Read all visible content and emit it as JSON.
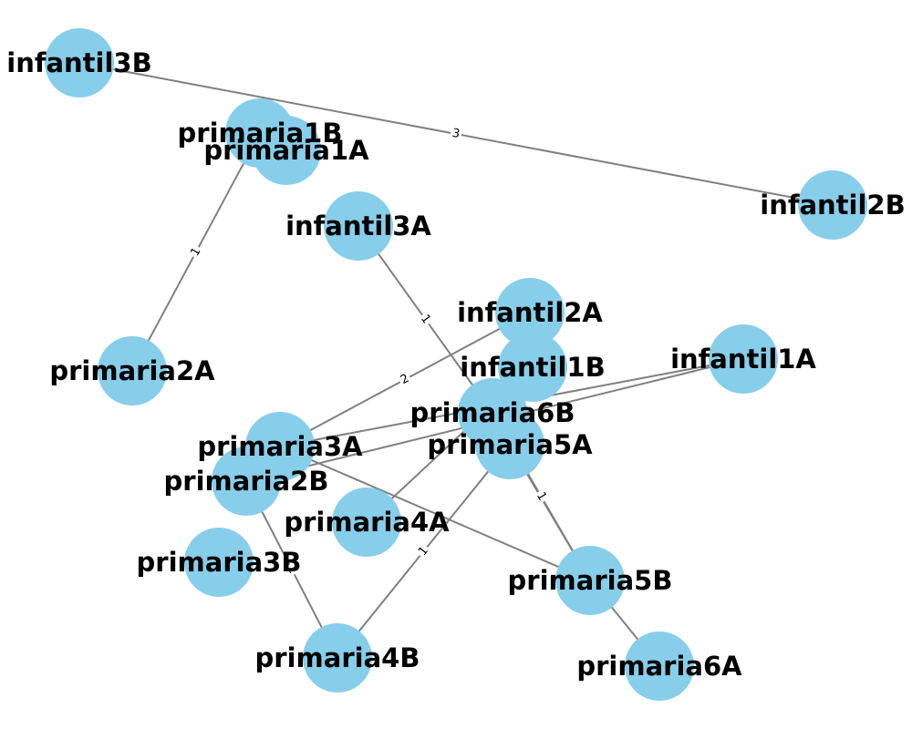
{
  "colors": {
    "node_fill": "#87ceeb",
    "edge_stroke": "#808080",
    "label_text": "#000000",
    "background": "#ffffff"
  },
  "nodes": [
    {
      "id": "infantil3B",
      "label": "infantil3B"
    },
    {
      "id": "primaria1B",
      "label": "primaria1B"
    },
    {
      "id": "primaria1A",
      "label": "primaria1A"
    },
    {
      "id": "infantil2B",
      "label": "infantil2B"
    },
    {
      "id": "infantil3A",
      "label": "infantil3A"
    },
    {
      "id": "infantil2A",
      "label": "infantil2A"
    },
    {
      "id": "primaria2A",
      "label": "primaria2A"
    },
    {
      "id": "infantil1B",
      "label": "infantil1B"
    },
    {
      "id": "infantil1A",
      "label": "infantil1A"
    },
    {
      "id": "primaria6B",
      "label": "primaria6B"
    },
    {
      "id": "primaria5A",
      "label": "primaria5A"
    },
    {
      "id": "primaria3A",
      "label": "primaria3A"
    },
    {
      "id": "primaria2B",
      "label": "primaria2B"
    },
    {
      "id": "primaria4A",
      "label": "primaria4A"
    },
    {
      "id": "primaria3B",
      "label": "primaria3B"
    },
    {
      "id": "primaria5B",
      "label": "primaria5B"
    },
    {
      "id": "primaria4B",
      "label": "primaria4B"
    },
    {
      "id": "primaria6A",
      "label": "primaria6A"
    }
  ],
  "edges": [
    {
      "source": "infantil3B",
      "target": "infantil2B",
      "weight": "3"
    },
    {
      "source": "primaria1B",
      "target": "primaria2A",
      "weight": "1"
    },
    {
      "source": "infantil3A",
      "target": "primaria6B",
      "weight": "1"
    },
    {
      "source": "infantil2A",
      "target": "primaria3A",
      "weight": "2"
    },
    {
      "source": "infantil1A",
      "target": "primaria2B",
      "weight": "1"
    },
    {
      "source": "infantil1A",
      "target": "primaria3A",
      "weight": "1"
    },
    {
      "source": "infantil1B",
      "target": "primaria4A",
      "weight": ""
    },
    {
      "source": "primaria6B",
      "target": "primaria5B",
      "weight": "1"
    },
    {
      "source": "primaria5A",
      "target": "primaria5B",
      "weight": ""
    },
    {
      "source": "primaria5A",
      "target": "primaria4B",
      "weight": "1"
    },
    {
      "source": "primaria3A",
      "target": "primaria5B",
      "weight": ""
    },
    {
      "source": "primaria2B",
      "target": "primaria4B",
      "weight": "1"
    },
    {
      "source": "primaria5B",
      "target": "primaria6A",
      "weight": ""
    }
  ]
}
